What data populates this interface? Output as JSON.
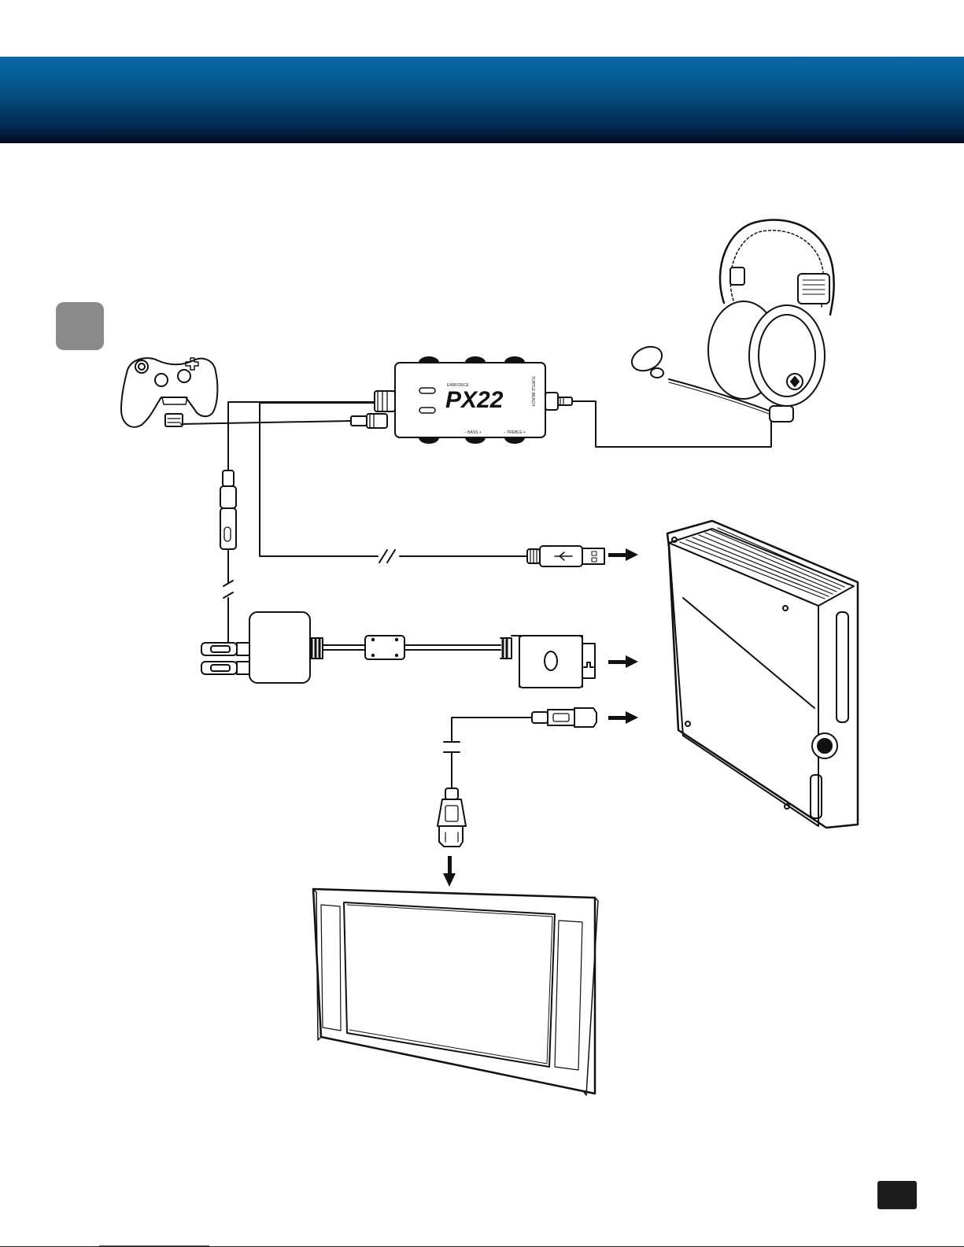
{
  "header": {
    "color_top": "#0a6aa5",
    "color_bottom": "#020a1e"
  },
  "step_badge": {
    "color": "#8a8a8a"
  },
  "amp": {
    "brand_small": "EARFORCE",
    "model": "PX22",
    "side_brand": "TURTLE BEACH",
    "knob_bass": "– BASS +",
    "knob_treble": "– TREBLE +"
  },
  "icons": [
    "controller-icon",
    "amplifier-icon",
    "headset-icon",
    "console-icon",
    "usb-plug-icon",
    "av-adapter-icon",
    "hdmi-plug-icon",
    "tv-icon",
    "arrow-icon"
  ],
  "footer": {
    "page_tab_color": "#1c1c1c"
  }
}
